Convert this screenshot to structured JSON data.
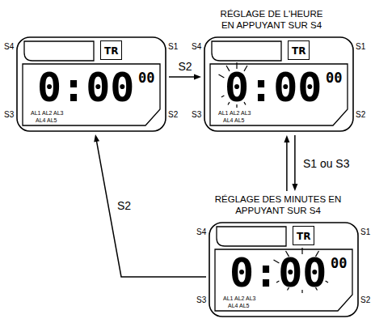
{
  "diagram": {
    "nodes": [
      {
        "text": [
          "0:00",
          "00",
          "AL1 AL2 AL3",
          "AL4 AL5"
        ]
      },
      {
        "text": [
          "TR"
        ],
        "in": 0
      },
      {
        "text": [
          "RÉGLAGE DE L'HEURE EN APPUYANT SUR S4",
          "0:00",
          "00",
          "AL1 AL2 AL3",
          "AL4 AL5"
        ]
      },
      {
        "text": [
          "TR"
        ],
        "in": 2
      },
      {
        "text": [
          "RÉGLAGE DES MINUTES EN APPUYANT SUR S4",
          "0:00",
          "00",
          "AL1 AL2 AL3",
          "AL4 AL5"
        ]
      },
      {
        "text": [
          "TR"
        ],
        "in": 4
      }
    ],
    "edges": [
      {
        "from": 0,
        "to": 2,
        "arrow": "to",
        "label": "S2"
      },
      {
        "from": 2,
        "to": 4,
        "arrow": "both",
        "label": "S1 ou S3"
      },
      {
        "from": 4,
        "to": 0,
        "arrow": "to",
        "label": "S2"
      }
    ],
    "labels": [
      "S4",
      "S1",
      "S3",
      "S2",
      "S4",
      "S1",
      "S3",
      "S2",
      "S4",
      "S1",
      "S3",
      "S2"
    ]
  }
}
